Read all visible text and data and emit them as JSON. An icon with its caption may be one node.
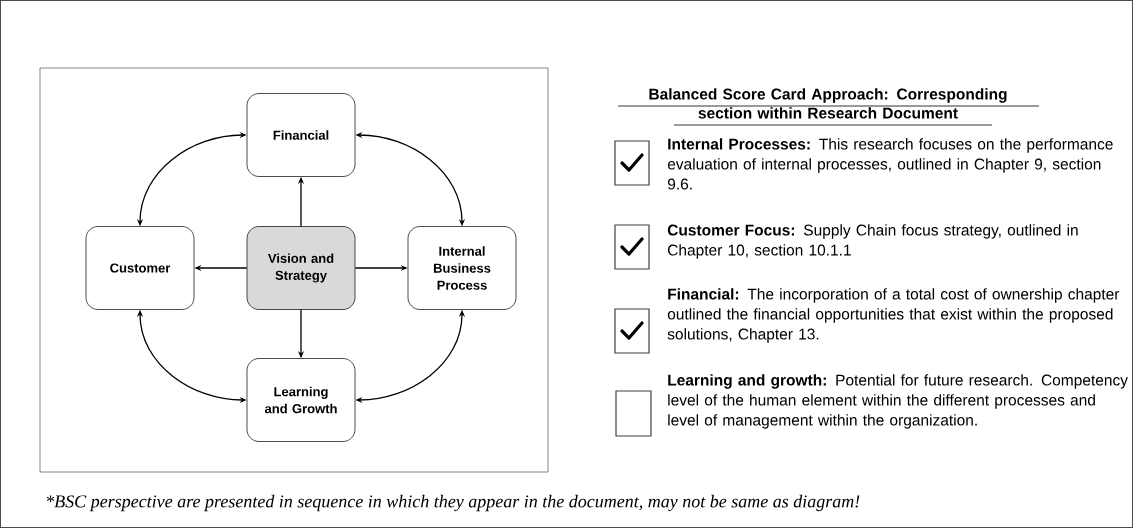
{
  "diagram": {
    "title": "Balanced Score Card Approach: Corresponding section within Research Document",
    "caption": "*BSC perspective are presented in sequence in which they appear in the document, may not be same as diagram!",
    "nodes": [
      {
        "text": [
          "Financial"
        ]
      },
      {
        "text": [
          "Customer"
        ]
      },
      {
        "text": [
          "Vision and Strategy"
        ]
      },
      {
        "text": [
          "Internal Business Process"
        ]
      },
      {
        "text": [
          "Learning and Growth"
        ]
      }
    ],
    "edges": [
      {
        "from": 2,
        "to": 0,
        "arrow": "to"
      },
      {
        "from": 2,
        "to": 1,
        "arrow": "to"
      },
      {
        "from": 2,
        "to": 3,
        "arrow": "to"
      },
      {
        "from": 2,
        "to": 4,
        "arrow": "to"
      },
      {
        "from": 1,
        "to": 0,
        "arrow": "both"
      },
      {
        "from": 0,
        "to": 3,
        "arrow": "both"
      },
      {
        "from": 3,
        "to": 4,
        "arrow": "both"
      },
      {
        "from": 4,
        "to": 1,
        "arrow": "both"
      }
    ],
    "labels": [
      "**Internal Processes:** This research focuses on the performance evaluation of internal processes, outlined in Chapter 9, section 9.6.",
      "**Customer Focus:** Supply Chain focus strategy, outlined in Chapter 10, section 10.1.1",
      "**Financial:** The incorporation of a total cost of ownership chapter outlined the financial opportunities that exist within the proposed solutions, Chapter 13.",
      "**Learning and growth:** Potential for future research. Competency level of the human element within the different processes and level of management within the organization."
    ]
  }
}
